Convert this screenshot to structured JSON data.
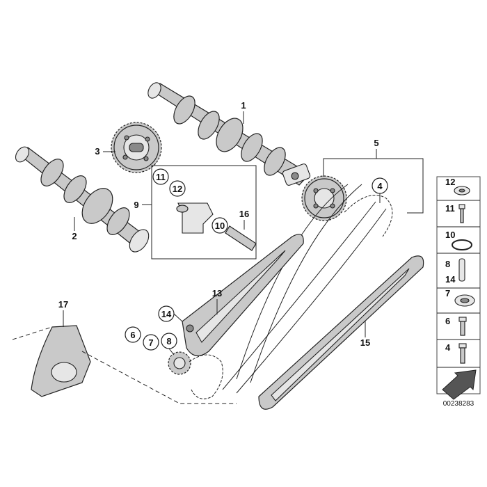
{
  "callouts": {
    "c1": "1",
    "c2": "2",
    "c3": "3",
    "c4": "4",
    "c5": "5",
    "c6": "6",
    "c7": "7",
    "c8": "8",
    "c9": "9",
    "c10": "10",
    "c11": "11",
    "c12": "12",
    "c13": "13",
    "c14": "14",
    "c15": "15",
    "c16": "16",
    "c17": "17"
  },
  "legend": {
    "items": [
      {
        "label": "12",
        "icon": "washer-icon"
      },
      {
        "label": "11",
        "icon": "bolt-icon"
      },
      {
        "label": "10",
        "icon": "o-ring-icon"
      },
      {
        "label": "8",
        "icon": "dowel-pin-icon"
      },
      {
        "label": "14",
        "icon": "dowel-pin-icon"
      },
      {
        "label": "7",
        "icon": "bushing-icon"
      },
      {
        "label": "6",
        "icon": "bolt-icon"
      },
      {
        "label": "4",
        "icon": "bolt-icon"
      }
    ],
    "arrow_icon": "direction-arrow-icon"
  },
  "drawing_number": "00238283",
  "colors": {
    "line": "#222222",
    "part_fill": "#c9c9c9",
    "background": "#ffffff"
  }
}
